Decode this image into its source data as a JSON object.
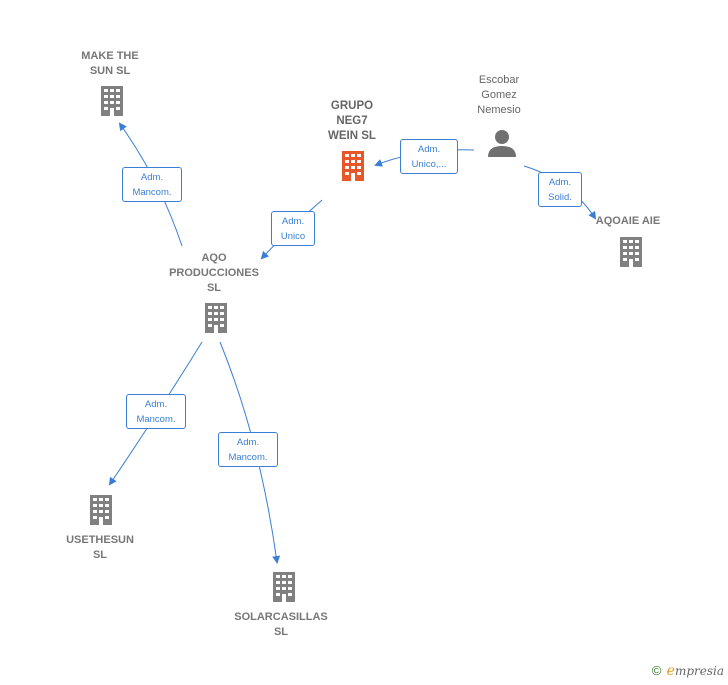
{
  "nodes": {
    "make_the_sun": {
      "label": "MAKE THE\nSUN  SL",
      "icon": "building-icon"
    },
    "grupo_neg7": {
      "label": "GRUPO\nNEG7\nWEIN  SL",
      "icon": "building-icon",
      "color": "#e8562a"
    },
    "escobar": {
      "label": "Escobar\nGomez\nNemesio",
      "icon": "person-icon"
    },
    "aqoaie": {
      "label": "AQOAIE AIE",
      "icon": "building-icon"
    },
    "aqo_producciones": {
      "label": "AQO\nPRODUCCIONES\nSL",
      "icon": "building-icon"
    },
    "usethesun": {
      "label": "USETHESUN\nSL",
      "icon": "building-icon"
    },
    "solarcasillas": {
      "label": "SOLARCASILLAS\nSL",
      "icon": "building-icon"
    }
  },
  "edges": {
    "aqo_to_make": {
      "label": "Adm.\nMancom."
    },
    "aqo_to_grupo": {
      "label": "Adm.\nUnico"
    },
    "escobar_to_grupo": {
      "label": "Adm.\nUnico,..."
    },
    "escobar_to_aqoaie": {
      "label": "Adm.\nSolid."
    },
    "aqo_to_usethesun": {
      "label": "Adm.\nMancom."
    },
    "aqo_to_solar": {
      "label": "Adm.\nMancom."
    }
  },
  "colors": {
    "edge": "#3a7fd5",
    "building": "#808080",
    "focus": "#e8562a",
    "person": "#707070"
  },
  "footer": {
    "copyright": "©",
    "brand_initial": "e",
    "brand_rest": "mpresia"
  }
}
